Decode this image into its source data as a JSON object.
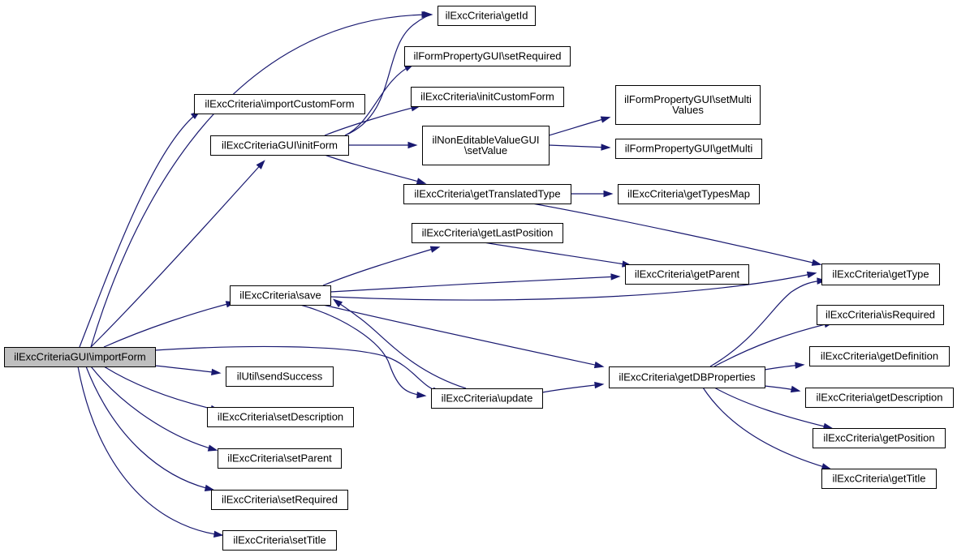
{
  "graph": {
    "nodes": [
      {
        "id": "root",
        "lines": [
          "ilExcCriteriaGUI\\importForm"
        ],
        "highlight": true
      },
      {
        "id": "getId",
        "lines": [
          "ilExcCriteria\\getId"
        ]
      },
      {
        "id": "setRequiredProp",
        "lines": [
          "ilFormPropertyGUI\\setRequired"
        ]
      },
      {
        "id": "importCustomForm",
        "lines": [
          "ilExcCriteria\\importCustomForm"
        ]
      },
      {
        "id": "initCustomForm",
        "lines": [
          "ilExcCriteria\\initCustomForm"
        ]
      },
      {
        "id": "initForm",
        "lines": [
          "ilExcCriteriaGUI\\initForm"
        ]
      },
      {
        "id": "nonEditable",
        "lines": [
          "ilNonEditableValueGUI",
          "\\setValue"
        ]
      },
      {
        "id": "setMultiValues",
        "lines": [
          "ilFormPropertyGUI\\setMulti",
          "Values"
        ]
      },
      {
        "id": "getMulti",
        "lines": [
          "ilFormPropertyGUI\\getMulti"
        ]
      },
      {
        "id": "getTranslatedType",
        "lines": [
          "ilExcCriteria\\getTranslatedType"
        ]
      },
      {
        "id": "getTypesMap",
        "lines": [
          "ilExcCriteria\\getTypesMap"
        ]
      },
      {
        "id": "getLastPosition",
        "lines": [
          "ilExcCriteria\\getLastPosition"
        ]
      },
      {
        "id": "getParent",
        "lines": [
          "ilExcCriteria\\getParent"
        ]
      },
      {
        "id": "getType",
        "lines": [
          "ilExcCriteria\\getType"
        ]
      },
      {
        "id": "save",
        "lines": [
          "ilExcCriteria\\save"
        ]
      },
      {
        "id": "isRequired",
        "lines": [
          "ilExcCriteria\\isRequired"
        ]
      },
      {
        "id": "getDefinition",
        "lines": [
          "ilExcCriteria\\getDefinition"
        ]
      },
      {
        "id": "getDBProperties",
        "lines": [
          "ilExcCriteria\\getDBProperties"
        ]
      },
      {
        "id": "sendSuccess",
        "lines": [
          "ilUtil\\sendSuccess"
        ]
      },
      {
        "id": "update",
        "lines": [
          "ilExcCriteria\\update"
        ]
      },
      {
        "id": "getDescription",
        "lines": [
          "ilExcCriteria\\getDescription"
        ]
      },
      {
        "id": "setDescription",
        "lines": [
          "ilExcCriteria\\setDescription"
        ]
      },
      {
        "id": "getPosition",
        "lines": [
          "ilExcCriteria\\getPosition"
        ]
      },
      {
        "id": "setParent",
        "lines": [
          "ilExcCriteria\\setParent"
        ]
      },
      {
        "id": "getTitle",
        "lines": [
          "ilExcCriteria\\getTitle"
        ]
      },
      {
        "id": "setRequiredCrit",
        "lines": [
          "ilExcCriteria\\setRequired"
        ]
      },
      {
        "id": "setTitle",
        "lines": [
          "ilExcCriteria\\setTitle"
        ]
      }
    ],
    "edges": [
      {
        "from": "root",
        "to": "getId"
      },
      {
        "from": "root",
        "to": "importCustomForm"
      },
      {
        "from": "root",
        "to": "initForm"
      },
      {
        "from": "root",
        "to": "save"
      },
      {
        "from": "root",
        "to": "update"
      },
      {
        "from": "root",
        "to": "sendSuccess"
      },
      {
        "from": "root",
        "to": "setDescription"
      },
      {
        "from": "root",
        "to": "setParent"
      },
      {
        "from": "root",
        "to": "setRequiredCrit"
      },
      {
        "from": "root",
        "to": "setTitle"
      },
      {
        "from": "initForm",
        "to": "getId"
      },
      {
        "from": "initForm",
        "to": "setRequiredProp"
      },
      {
        "from": "initForm",
        "to": "initCustomForm"
      },
      {
        "from": "initForm",
        "to": "nonEditable"
      },
      {
        "from": "initForm",
        "to": "getTranslatedType"
      },
      {
        "from": "nonEditable",
        "to": "setMultiValues"
      },
      {
        "from": "nonEditable",
        "to": "getMulti"
      },
      {
        "from": "getTranslatedType",
        "to": "getTypesMap"
      },
      {
        "from": "getTranslatedType",
        "to": "getType"
      },
      {
        "from": "save",
        "to": "getLastPosition"
      },
      {
        "from": "save",
        "to": "getParent"
      },
      {
        "from": "save",
        "to": "getType"
      },
      {
        "from": "save",
        "to": "getDBProperties"
      },
      {
        "from": "save",
        "to": "update"
      },
      {
        "from": "getLastPosition",
        "to": "getParent"
      },
      {
        "from": "update",
        "to": "save"
      },
      {
        "from": "update",
        "to": "getDBProperties"
      },
      {
        "from": "getDBProperties",
        "to": "getType"
      },
      {
        "from": "getDBProperties",
        "to": "isRequired"
      },
      {
        "from": "getDBProperties",
        "to": "getDefinition"
      },
      {
        "from": "getDBProperties",
        "to": "getDescription"
      },
      {
        "from": "getDBProperties",
        "to": "getPosition"
      },
      {
        "from": "getDBProperties",
        "to": "getTitle"
      }
    ],
    "colors": {
      "edge": "#191970",
      "root_fill": "#bfbfbf",
      "node_fill": "#ffffff",
      "node_border": "#000000"
    }
  }
}
